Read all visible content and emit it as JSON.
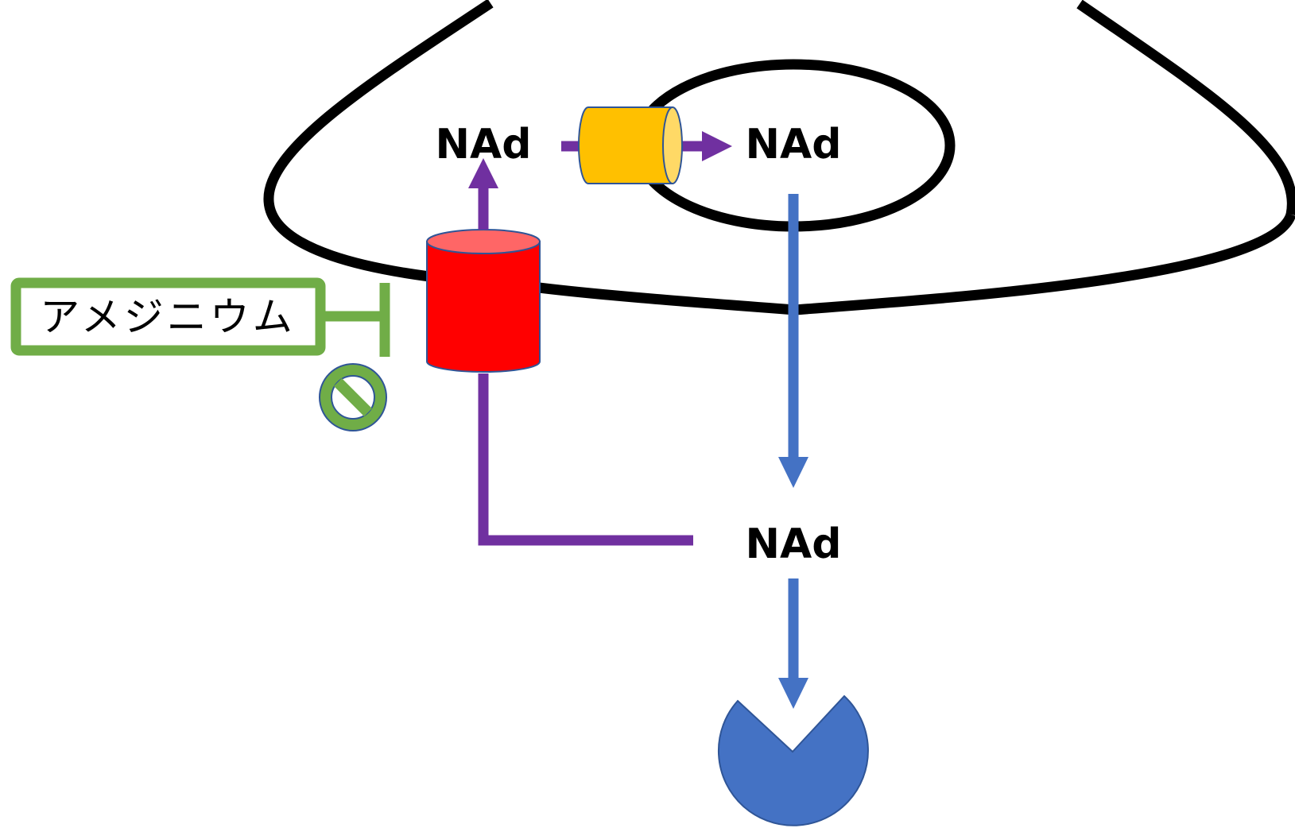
{
  "diagram": {
    "title": "Noradrenaline reuptake inhibition by amezinium",
    "molecules": {
      "nad_synaptic": "NAd",
      "nad_vesicle": "NAd",
      "nad_cytosol": "NAd"
    },
    "inhibitor": {
      "label": "アメジニウム",
      "effect": "inhibits NAd transporter"
    },
    "transporters": {
      "membrane_transporter": "NAd reuptake transporter",
      "vesicular_transporter": "vesicular monoamine transporter"
    },
    "enzyme": "NAd metabolizing enzyme",
    "colors": {
      "membrane": "#000000",
      "transport_arrow": "#7030A0",
      "metabolism_arrow": "#4472C4",
      "inhibitor": "#70AD47",
      "membrane_transporter": "#FF0000",
      "membrane_transporter_top": "#FF6666",
      "vesicular_transporter": "#FFC000",
      "vesicular_transporter_cap": "#FFD966",
      "enzyme": "#4472C4",
      "shape_outline": "#2F5597"
    }
  }
}
